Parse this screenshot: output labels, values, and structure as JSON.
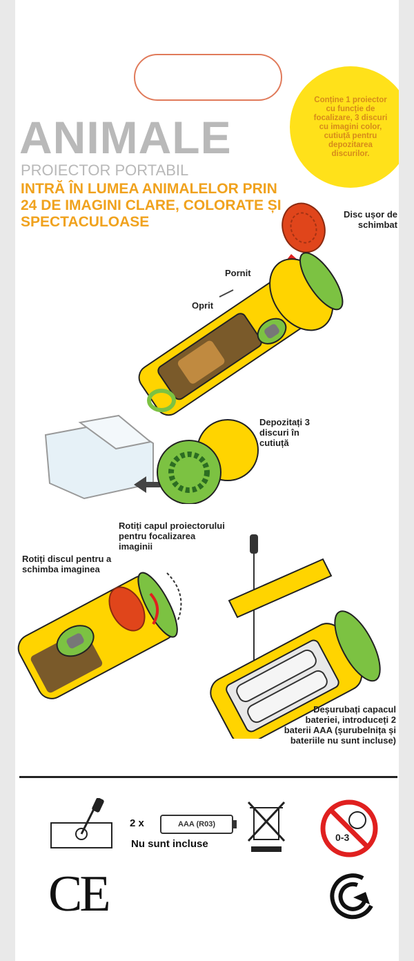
{
  "package": {
    "badge_text": "Conține 1 proiector cu funcție de focalizare, 3 discuri cu imagini color, cutiuță pentru depozitarea discurilor.",
    "title": "ANIMALE",
    "subtitle": "PROIECTOR PORTABIL",
    "tagline": "INTRĂ ÎN LUMEA ANIMALELOR PRIN 24 DE IMAGINI CLARE, COLORATE ȘI SPECTACULOASE"
  },
  "callouts": {
    "disc_change": "Disc ușor de schimbat",
    "on": "Pornit",
    "off": "Oprit",
    "store": "Depozitați 3 discuri în cutiuță",
    "focus": "Rotiți capul proiectorului pentru focalizarea imaginii",
    "rotate_disc": "Rotiți discul pentru a schimba imaginea",
    "battery": "Deșurubați capacul bateriei, introduceți 2 baterii AAA (șurubelnița și bateriile nu sunt incluse)"
  },
  "footer": {
    "battery_qty": "2 x",
    "battery_type": "AAA (R03)",
    "not_included": "Nu sunt incluse",
    "age_label": "0-3",
    "ce_mark": "CE"
  },
  "icons": [
    "screwdriver-battery-icon",
    "battery-icon",
    "weee-bin-icon",
    "age-warning-icon",
    "ce-mark",
    "recycle-tidy-icon"
  ],
  "colors": {
    "yellow": "#ffd400",
    "green": "#7cc242",
    "orange_red": "#e0451b",
    "title_gray": "#b9b9b9",
    "tagline_orange": "#f0a21e",
    "badge_yellow": "#ffe11a",
    "warning_red": "#e0201f"
  }
}
